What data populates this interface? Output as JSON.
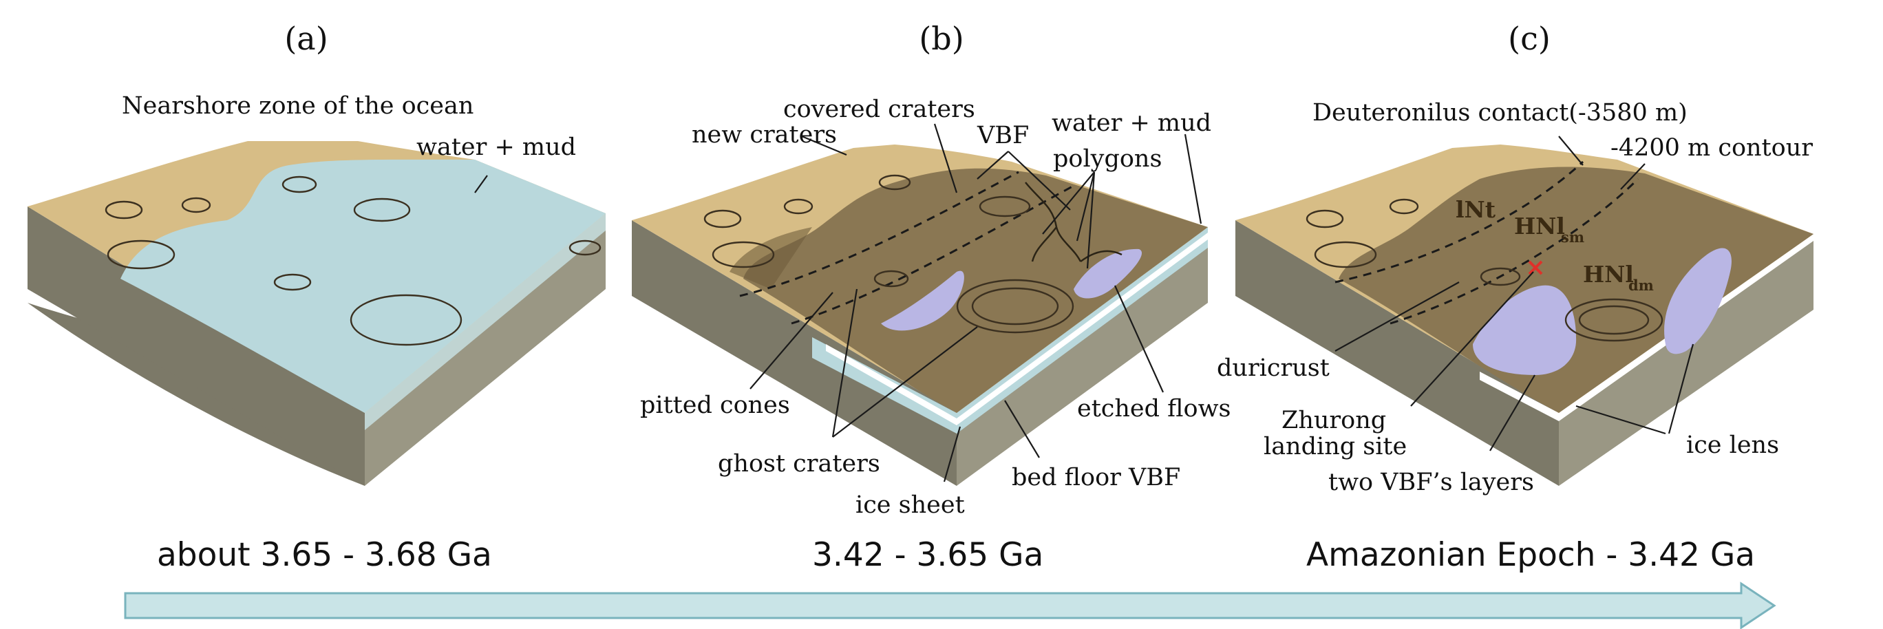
{
  "colors": {
    "plateau": "#d7bd86",
    "plateau_edge": "#c6a86d",
    "side_front": "#7c7968",
    "side_right": "#9a9784",
    "water": "#b9d8dc",
    "water_top": "#c9e3e6",
    "mud": "#8a7753",
    "mud_dark": "#6f5d3c",
    "ice_lens": "#b9b6e4",
    "arrow": "#c9e4e7",
    "arrow_edge": "#79b3bd",
    "mark": "#e0302a"
  },
  "panels": [
    {
      "label": "(a)",
      "epoch": "about 3.65 - 3.68 Ga"
    },
    {
      "label": "(b)",
      "epoch": "3.42 - 3.65 Ga"
    },
    {
      "label": "(c)",
      "epoch": "Amazonian Epoch - 3.42 Ga"
    }
  ],
  "labels_a": {
    "nearshore": "Nearshore zone of the ocean",
    "water_mud": "water + mud"
  },
  "labels_b": {
    "covered_craters": "covered craters",
    "new_craters": "new craters",
    "vbf": "VBF",
    "water_mud": "water + mud",
    "polygons": "polygons",
    "pitted_cones": "pitted cones",
    "etched_flows": "etched flows",
    "ghost_craters": "ghost craters",
    "bed_floor": "bed floor VBF",
    "ice_sheet": "ice sheet"
  },
  "labels_c": {
    "deuteronilus": "Deuteronilus contact(-3580 m)",
    "contour": "-4200 m contour",
    "lnt": "lNt",
    "hnl_sm": "HNl",
    "hnl_sm_sub": "sm",
    "hnl_dm": "HNl",
    "hnl_dm_sub": "dm",
    "duricrust": "duricrust",
    "zhurong_1": "Zhurong",
    "zhurong_2": "landing site",
    "vbf_layers": "two VBF’s layers",
    "ice_lens": "ice lens"
  }
}
